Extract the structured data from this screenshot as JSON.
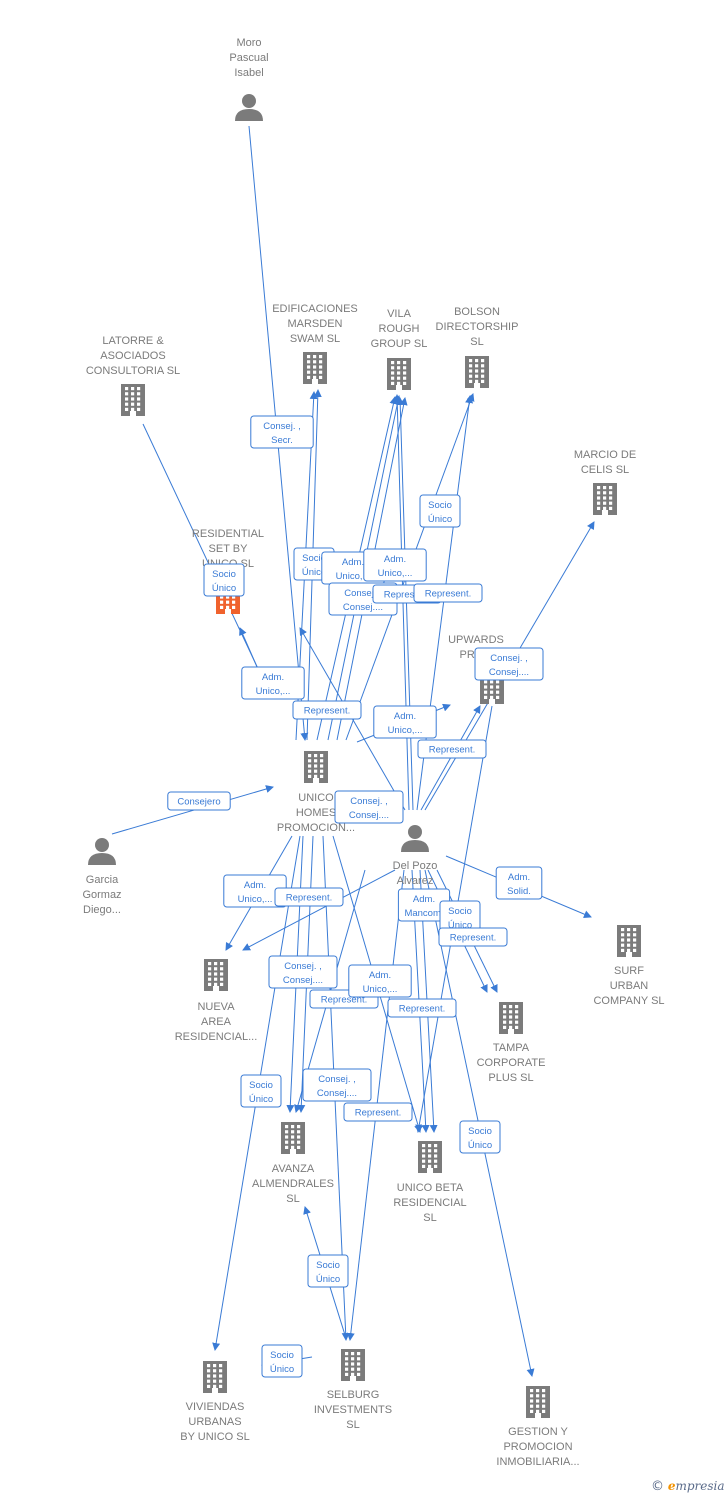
{
  "colors": {
    "edge": "#3a7bd5",
    "node": "#7b7b7b",
    "highlight": "#f0622d"
  },
  "brand": {
    "copyright": "©",
    "initial": "e",
    "name": "mpresia"
  },
  "nodes": [
    {
      "id": "moro",
      "type": "person",
      "icon": "person-icon",
      "lines": [
        "Moro",
        "Pascual",
        "Isabel"
      ]
    },
    {
      "id": "edificaciones",
      "type": "company",
      "icon": "building-icon",
      "lines": [
        "EDIFICACIONES",
        "MARSDEN",
        "SWAM  SL"
      ]
    },
    {
      "id": "vila",
      "type": "company",
      "icon": "building-icon",
      "lines": [
        "VILA",
        "ROUGH",
        "GROUP  SL"
      ]
    },
    {
      "id": "bolson",
      "type": "company",
      "icon": "building-icon",
      "lines": [
        "BOLSON",
        "DIRECTORSHIP",
        "SL"
      ]
    },
    {
      "id": "latorre",
      "type": "company",
      "icon": "building-icon",
      "lines": [
        "LATORRE &",
        "ASOCIADOS",
        "CONSULTORIA SL"
      ]
    },
    {
      "id": "marcio",
      "type": "company",
      "icon": "building-icon",
      "lines": [
        "MARCIO DE",
        "CELIS  SL"
      ]
    },
    {
      "id": "residential",
      "type": "company",
      "icon": "building-icon",
      "highlight": true,
      "lines": [
        "RESIDENTIAL",
        "SET BY",
        "UNICO  SL"
      ]
    },
    {
      "id": "upwards",
      "type": "company",
      "icon": "building-icon",
      "lines": [
        "UPWARDS",
        "PRO..."
      ]
    },
    {
      "id": "unico_homes",
      "type": "company",
      "icon": "building-icon",
      "lines": [
        "UNICO",
        "HOMES",
        "PROMOCION..."
      ]
    },
    {
      "id": "garcia",
      "type": "person",
      "icon": "person-icon",
      "lines": [
        "Garcia",
        "Gormaz",
        "Diego..."
      ]
    },
    {
      "id": "delpozo",
      "type": "person",
      "icon": "person-icon",
      "lines": [
        "Del Pozo",
        "Alvarez",
        "Fra..."
      ]
    },
    {
      "id": "surf",
      "type": "company",
      "icon": "building-icon",
      "lines": [
        "SURF",
        "URBAN",
        "COMPANY SL"
      ]
    },
    {
      "id": "nueva",
      "type": "company",
      "icon": "building-icon",
      "lines": [
        "NUEVA",
        "AREA",
        "RESIDENCIAL..."
      ]
    },
    {
      "id": "tampa",
      "type": "company",
      "icon": "building-icon",
      "lines": [
        "TAMPA",
        "CORPORATE",
        "PLUS  SL"
      ]
    },
    {
      "id": "avanza",
      "type": "company",
      "icon": "building-icon",
      "lines": [
        "AVANZA",
        "ALMENDRALES",
        "SL"
      ]
    },
    {
      "id": "unico_beta",
      "type": "company",
      "icon": "building-icon",
      "lines": [
        "UNICO BETA",
        "RESIDENCIAL",
        "SL"
      ]
    },
    {
      "id": "viviendas",
      "type": "company",
      "icon": "building-icon",
      "lines": [
        "VIVIENDAS",
        "URBANAS",
        "BY UNICO  SL"
      ]
    },
    {
      "id": "selburg",
      "type": "company",
      "icon": "building-icon",
      "lines": [
        "SELBURG",
        "INVESTMENTS",
        "SL"
      ]
    },
    {
      "id": "gestion",
      "type": "company",
      "icon": "building-icon",
      "lines": [
        "GESTION Y",
        "PROMOCION",
        "INMOBILIARIA..."
      ]
    }
  ],
  "edge_labels": [
    {
      "lines": [
        "Consej. ,",
        "Secr."
      ]
    },
    {
      "lines": [
        "Socio",
        "Único"
      ]
    },
    {
      "lines": [
        "Socio",
        "Único"
      ]
    },
    {
      "lines": [
        "Socio",
        "Único"
      ]
    },
    {
      "lines": [
        "Adm.",
        "Unico,..."
      ]
    },
    {
      "lines": [
        "Adm.",
        "Unico,..."
      ]
    },
    {
      "lines": [
        "Consej. ,",
        "Consej...."
      ]
    },
    {
      "lines": [
        "Represent."
      ]
    },
    {
      "lines": [
        "Represent."
      ]
    },
    {
      "lines": [
        "Consej. ,",
        "Consej...."
      ]
    },
    {
      "lines": [
        "Adm.",
        "Unico,..."
      ]
    },
    {
      "lines": [
        "Represent."
      ]
    },
    {
      "lines": [
        "Adm.",
        "Unico,..."
      ]
    },
    {
      "lines": [
        "Represent."
      ]
    },
    {
      "lines": [
        "Consejero"
      ]
    },
    {
      "lines": [
        "Consej. ,",
        "Consej...."
      ]
    },
    {
      "lines": [
        "Adm.",
        "Unico,..."
      ]
    },
    {
      "lines": [
        "Represent."
      ]
    },
    {
      "lines": [
        "Adm.",
        "Mancom."
      ]
    },
    {
      "lines": [
        "Socio",
        "Único"
      ]
    },
    {
      "lines": [
        "Represent."
      ]
    },
    {
      "lines": [
        "Adm.",
        "Solid."
      ]
    },
    {
      "lines": [
        "Consej. ,",
        "Consej...."
      ]
    },
    {
      "lines": [
        "Represent."
      ]
    },
    {
      "lines": [
        "Adm.",
        "Unico,..."
      ]
    },
    {
      "lines": [
        "Represent."
      ]
    },
    {
      "lines": [
        "Socio",
        "Único"
      ]
    },
    {
      "lines": [
        "Consej. ,",
        "Consej...."
      ]
    },
    {
      "lines": [
        "Represent."
      ]
    },
    {
      "lines": [
        "Socio",
        "Único"
      ]
    },
    {
      "lines": [
        "Socio",
        "Único"
      ]
    },
    {
      "lines": [
        "Socio",
        "Único"
      ]
    }
  ]
}
